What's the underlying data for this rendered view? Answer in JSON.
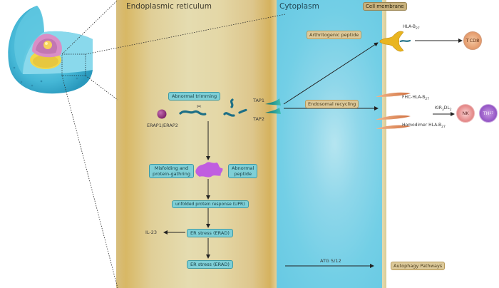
{
  "regions": {
    "er_title": "Endoplasmic reticulum",
    "cytoplasm_title": "Cytoplasm",
    "cell_membrane_label": "Cell membrane"
  },
  "er": {
    "erap_label": "ERAP1/ERAP2",
    "abnormal_trimming": "Abnormal trimming",
    "misfolding_line1": "Misfolding and",
    "misfolding_line2": "protein-gathring",
    "abnormal_peptide_line1": "Abnormal",
    "abnormal_peptide_line2": "peptide",
    "upr": "unfolded protein response (UPR)",
    "er_stress_1": "ER stress (ERAD)",
    "er_stress_2": "ER stress (ERAD)",
    "il23": "IL-23",
    "tap1": "TAP1",
    "tap2": "TAP2"
  },
  "cytoplasm": {
    "arthritogenic_peptide": "Arthritogenic peptide",
    "endosomal_recycling": "Endosomal recycling",
    "atg": "ATG 5/12"
  },
  "extracellular": {
    "hla_b27": "HLA-B",
    "hla_b27_sub": "27",
    "cd8": "CD8",
    "cd8_prefix": "T",
    "fhc_hla": "FHC-HLA-B",
    "fhc_hla_sub": "27",
    "kir_main": "KIR",
    "kir_sub1": "3",
    "kir_mid": "DL",
    "kir_sub2": "2",
    "nk": "NK",
    "th": "TH",
    "th_sub": "17",
    "homodimer": "Homodimer HLA-B",
    "homodimer_sub": "27",
    "autophagy": "Autophagy Pathways"
  },
  "colors": {
    "er_tan": "#e2d4a2",
    "cytoplasm_blue": "#73cfe6",
    "teal_box": "#7fcfd6",
    "tan_box": "#dcc99a",
    "erap_purple": "#8e2a7a",
    "peptide_teal": "#1d6f86",
    "misfold_violet": "#c05ee0",
    "hla_yellow": "#e9b520",
    "fhc_orange": "#e08a56"
  }
}
